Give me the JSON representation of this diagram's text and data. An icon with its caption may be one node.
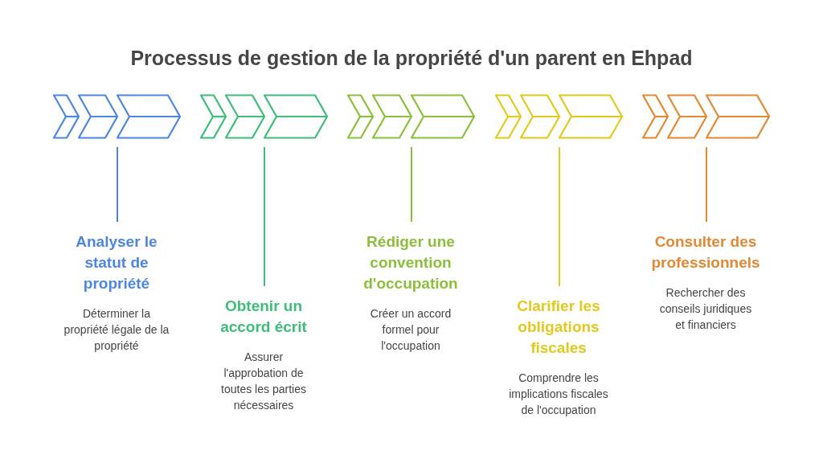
{
  "diagram": {
    "title": "Processus de gestion de la propriété d'un parent en Ehpad",
    "nodes": [
      {
        "text": [],
        "shape": "chevron"
      },
      {
        "text": [],
        "shape": "chevron"
      },
      {
        "text": [],
        "shape": "chevron"
      },
      {
        "text": [],
        "shape": "chevron"
      },
      {
        "text": [],
        "shape": "chevron"
      },
      {
        "text": [
          "Analyser le statut de propriété",
          "Déterminer la propriété légale de la propriété"
        ]
      },
      {
        "text": [
          "Obtenir un accord écrit",
          "Assurer l'approbation de toutes les parties nécessaires"
        ]
      },
      {
        "text": [
          "Rédiger une convention d'occupation",
          "Créer un accord formel pour l'occupation"
        ]
      },
      {
        "text": [
          "Clarifier les obligations fiscales",
          "Comprendre les implications fiscales de l'occupation"
        ]
      },
      {
        "text": [
          "Consulter des professionnels",
          "Rechercher des conseils juridiques et financiers"
        ]
      }
    ],
    "edges": [
      {
        "from": 0,
        "to": 5,
        "arrow": "none",
        "color": "#4d86e1"
      },
      {
        "from": 1,
        "to": 6,
        "arrow": "none",
        "color": "#3dbd78"
      },
      {
        "from": 2,
        "to": 7,
        "arrow": "none",
        "color": "#8bbf3b"
      },
      {
        "from": 3,
        "to": 8,
        "arrow": "none",
        "color": "#e3c81d"
      },
      {
        "from": 4,
        "to": 9,
        "arrow": "none",
        "color": "#e38833"
      }
    ]
  }
}
